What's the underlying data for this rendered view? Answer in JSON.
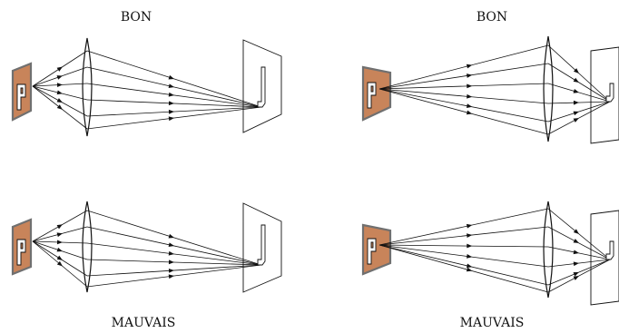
{
  "labels": {
    "top_left": "BON",
    "top_right": "BON",
    "bottom_left": "MAUVAIS",
    "bottom_right": "MAUVAIS"
  },
  "colors": {
    "object_fill": "#c8845a",
    "object_edge": "#707070",
    "line": "#111111",
    "lens_fill": "#ffffff"
  }
}
